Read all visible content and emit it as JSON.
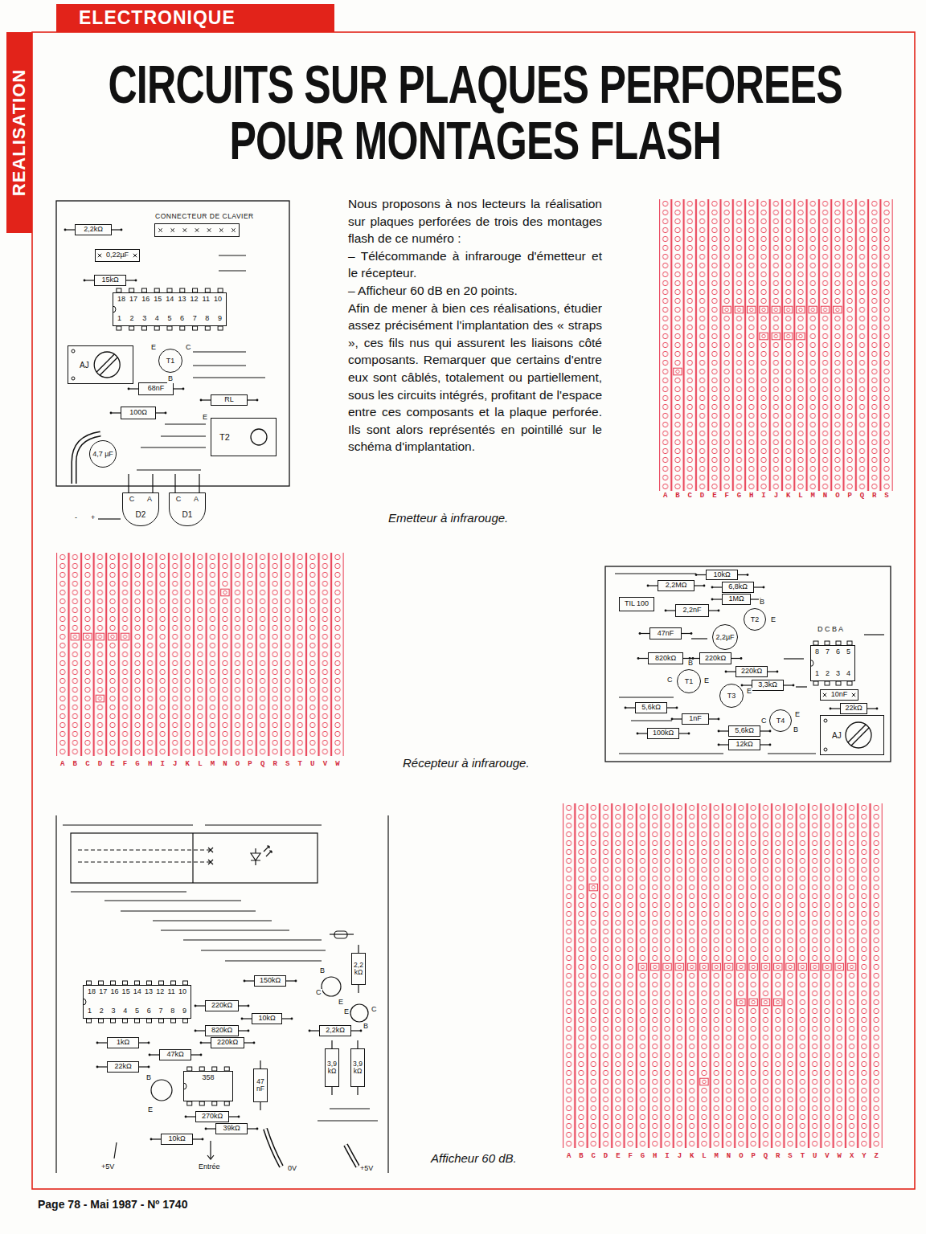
{
  "diagram": {
    "title": "CIRCUITS SUR PLAQUES PERFOREES POUR MONTAGES FLASH",
    "nodes": [
      {
        "text": [
          "ELECTRONIQUE"
        ]
      },
      {
        "text": [
          "REALISATION"
        ]
      },
      {
        "text": [
          "CONNECTEUR DE CLAVIER"
        ]
      },
      {
        "text": [
          "2,2kΩ"
        ]
      },
      {
        "text": [
          "0,22µF"
        ]
      },
      {
        "text": [
          "15kΩ"
        ]
      },
      {
        "text": [
          "18 17 16 15 14 13 12 11 10",
          "1 2 3 4 5 6 7 8 9"
        ]
      },
      {
        "text": [
          "AJ"
        ]
      },
      {
        "text": [
          "T1"
        ]
      },
      {
        "text": [
          "68nF"
        ]
      },
      {
        "text": [
          "RL"
        ]
      },
      {
        "text": [
          "100Ω"
        ]
      },
      {
        "text": [
          "T2"
        ]
      },
      {
        "text": [
          "4,7 µF"
        ]
      },
      {
        "text": [
          "C",
          "A",
          "D2"
        ]
      },
      {
        "text": [
          "C",
          "A",
          "D1"
        ]
      },
      {
        "text": [
          "10kΩ"
        ]
      },
      {
        "text": [
          "2,2MΩ"
        ]
      },
      {
        "text": [
          "6,8kΩ"
        ]
      },
      {
        "text": [
          "1MΩ"
        ]
      },
      {
        "text": [
          "TIL 100"
        ]
      },
      {
        "text": [
          "2,2nF"
        ]
      },
      {
        "text": [
          "T2"
        ]
      },
      {
        "text": [
          "47nF"
        ]
      },
      {
        "text": [
          "2,2µF"
        ]
      },
      {
        "text": [
          "820kΩ"
        ]
      },
      {
        "text": [
          "220kΩ"
        ]
      },
      {
        "text": [
          "8 7 6 5",
          "1 2 3 4"
        ]
      },
      {
        "text": [
          "220kΩ"
        ]
      },
      {
        "text": [
          "T1"
        ]
      },
      {
        "text": [
          "T3"
        ]
      },
      {
        "text": [
          "3,3kΩ"
        ]
      },
      {
        "text": [
          "10nF"
        ]
      },
      {
        "text": [
          "5,6kΩ"
        ]
      },
      {
        "text": [
          "22kΩ"
        ]
      },
      {
        "text": [
          "1nF"
        ]
      },
      {
        "text": [
          "T4"
        ]
      },
      {
        "text": [
          "AJ"
        ]
      },
      {
        "text": [
          "100kΩ"
        ]
      },
      {
        "text": [
          "5,6kΩ"
        ]
      },
      {
        "text": [
          "12kΩ"
        ]
      },
      {
        "text": [
          "2,2 kΩ"
        ]
      },
      {
        "text": [
          "18 17 16 15 14 13 12 11 10",
          "1 2 3 4 5 6 7 8 9"
        ]
      },
      {
        "text": [
          "150kΩ"
        ]
      },
      {
        "text": [
          "220kΩ"
        ]
      },
      {
        "text": [
          "10kΩ"
        ]
      },
      {
        "text": [
          "820kΩ"
        ]
      },
      {
        "text": [
          "2,2kΩ"
        ]
      },
      {
        "text": [
          "220kΩ"
        ]
      },
      {
        "text": [
          "1kΩ"
        ]
      },
      {
        "text": [
          "47kΩ"
        ]
      },
      {
        "text": [
          "22kΩ"
        ]
      },
      {
        "text": [
          "358"
        ]
      },
      {
        "text": [
          "47 nF"
        ]
      },
      {
        "text": [
          "3,9 kΩ"
        ]
      },
      {
        "text": [
          "3,9 kΩ"
        ]
      },
      {
        "text": [
          "270kΩ"
        ]
      },
      {
        "text": [
          "39kΩ"
        ]
      },
      {
        "text": [
          "10kΩ"
        ]
      }
    ],
    "labels": [
      "Nous proposons à nos lecteurs la réalisation sur plaques perforées de trois des montages flash de ce numéro :",
      "– Télécommande à infrarouge d'émetteur et le récepteur.",
      "– Afficheur 60 dB en 20 points.",
      "Afin de mener à bien ces réalisations, étudier assez précisément l'implantation des « straps », ces fils nus qui assurent les liaisons côté composants. Remarquer que certains d'entre eux sont câblés, totalement ou partiellement, sous les circuits intégrés, profitant de l'espace entre ces composants et la plaque perforée. Ils sont alors représentés en pointillé sur le schéma d'implantation.",
      "Emetteur à infrarouge.",
      "Récepteur à infrarouge.",
      "Afficheur 60 dB.",
      "Page 78 - Mai 1987 - Nº 1740",
      "A B C D E F G H I J K L M N O P Q R S",
      "A B C D E F G H I J K L M N O P Q R S T U V W",
      "A B C D E F G H I J K L M N O P Q R S T U V W X Y Z",
      "E",
      "C",
      "B",
      "E",
      "-",
      "+",
      "B",
      "E",
      "D C B A",
      "B",
      "C",
      "E",
      "E",
      "C",
      "E",
      "B",
      "B",
      "C",
      "E",
      "E",
      "C",
      "B",
      "B",
      "E",
      "+5V",
      "Entrée",
      "0V",
      "+5V"
    ]
  }
}
